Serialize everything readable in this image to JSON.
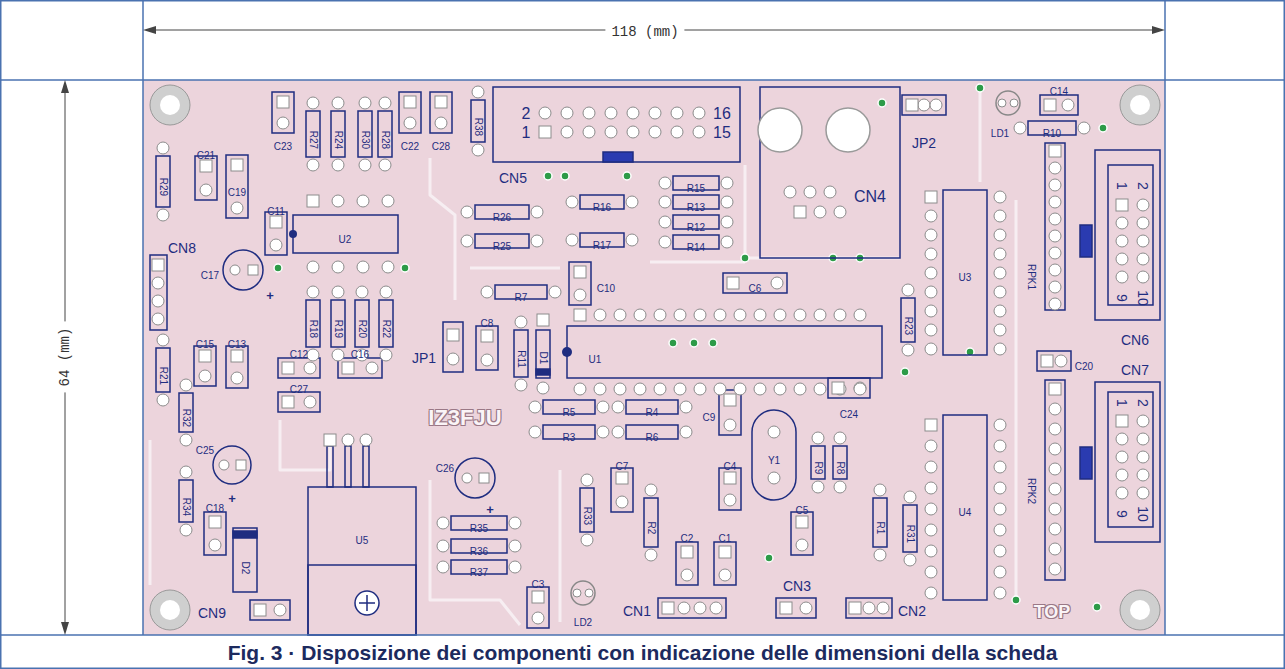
{
  "diagram": {
    "caption": "Fig. 3 · Disposizione dei componenti con indicazione delle dimensioni della scheda",
    "labels": [
      "118 (mm)",
      "64 (mm)",
      "C23",
      "R27",
      "R24",
      "R30",
      "R28",
      "C22",
      "C28",
      "R38",
      "2",
      "16",
      "1",
      "15",
      "CN5",
      "CN4",
      "JP2",
      "LD1",
      "C14",
      "R10",
      "R29",
      "C21",
      "C19",
      "C11",
      "U2",
      "CN8",
      "C17",
      "+",
      "R26",
      "R25",
      "R16",
      "R17",
      "R15",
      "R13",
      "R12",
      "R14",
      "C10",
      "C6",
      "R7",
      "U3",
      "RPK1",
      "2",
      "1",
      "9",
      "10",
      "CN6",
      "R18",
      "R19",
      "R20",
      "R22",
      "C15",
      "C13",
      "R21",
      "JP1",
      "C8",
      "R11",
      "D1",
      "U1",
      "R23",
      "C20",
      "CN7",
      "C12",
      "C16",
      "C27",
      "R32",
      "R5",
      "R4",
      "R3",
      "R6",
      "C9",
      "C24",
      "IZ3FJU",
      "Y1",
      "2",
      "1",
      "9",
      "10",
      "R9",
      "R8",
      "RPK2",
      "U4",
      "C25",
      "+",
      "C26",
      "+",
      "C7",
      "C4",
      "C18",
      "R34",
      "D2",
      "U5",
      "R35",
      "R36",
      "R37",
      "R33",
      "R2",
      "C5",
      "R1",
      "C2",
      "C1",
      "R31",
      "C3",
      "LD2",
      "CN9",
      "CN1",
      "CN3",
      "CN2",
      "TOP"
    ]
  }
}
